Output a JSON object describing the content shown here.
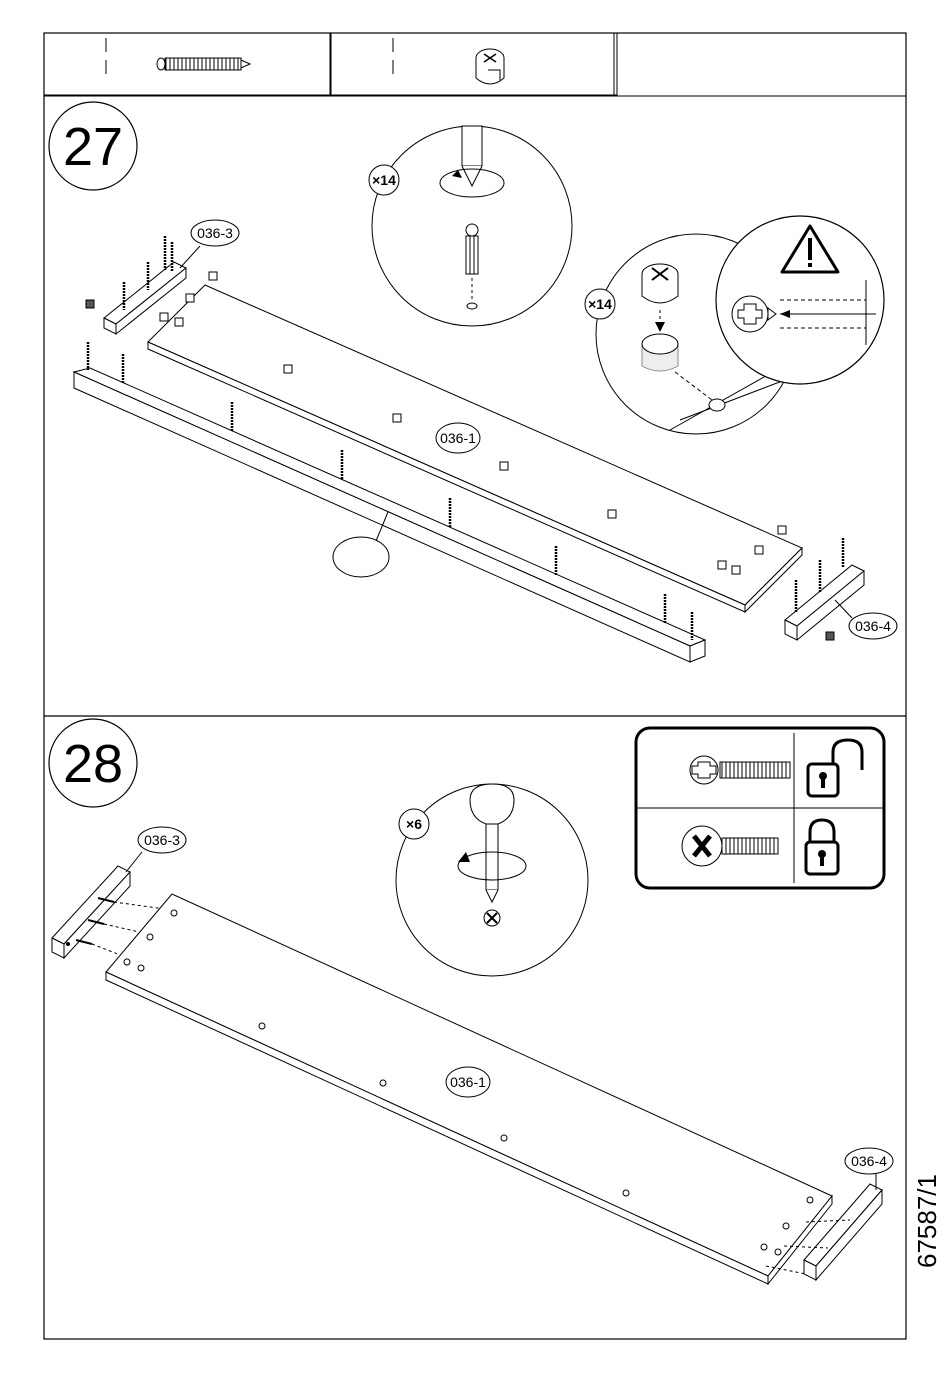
{
  "steps": [
    {
      "number": "27",
      "multipliers": [
        "×14",
        "×14"
      ],
      "parts": [
        "036-3",
        "036-1",
        "036-4"
      ]
    },
    {
      "number": "28",
      "multipliers": [
        "×6"
      ],
      "parts": [
        "036-3",
        "036-1",
        "036-4"
      ]
    }
  ],
  "document_id": "67587/1",
  "icons": {
    "screw": "screw-icon",
    "cam_lock": "cam-lock-icon",
    "warning": "warning-icon",
    "lock_open": "padlock-open-icon",
    "lock_closed": "padlock-closed-icon"
  }
}
